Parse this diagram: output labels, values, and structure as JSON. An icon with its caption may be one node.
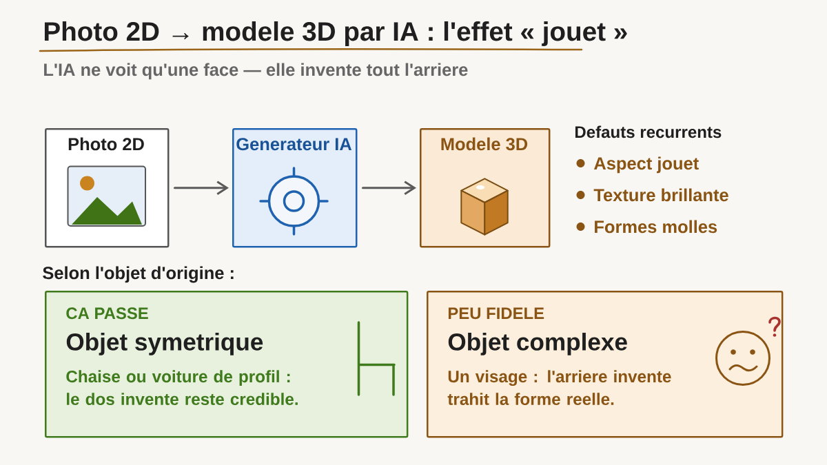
{
  "diagram": {
    "title": "Photo 2D → modele 3D par IA : l'effet « jouet »",
    "nodes": [
      {
        "text": [
          "Photo 2D"
        ]
      },
      {
        "text": [
          "Generateur IA"
        ]
      },
      {
        "text": [
          "Modele 3D"
        ]
      },
      {
        "text": [
          "CA PASSE",
          "Objet symetrique",
          "Chaise ou voiture de profil : le dos invente reste credible."
        ]
      },
      {
        "text": [
          "PEU FIDELE",
          "Objet complexe",
          "Un visage : l'arriere invente trahit la forme reelle."
        ]
      }
    ],
    "edges": [
      {
        "from": 0,
        "to": 1,
        "arrow": "to"
      },
      {
        "from": 1,
        "to": 2,
        "arrow": "to"
      }
    ],
    "labels": [
      "L'IA ne voit qu'une face — elle invente tout l'arriere",
      "Defauts recurrents",
      "Aspect jouet",
      "Texture brillante",
      "Formes molles",
      "Selon l'objet d'origine :"
    ]
  }
}
